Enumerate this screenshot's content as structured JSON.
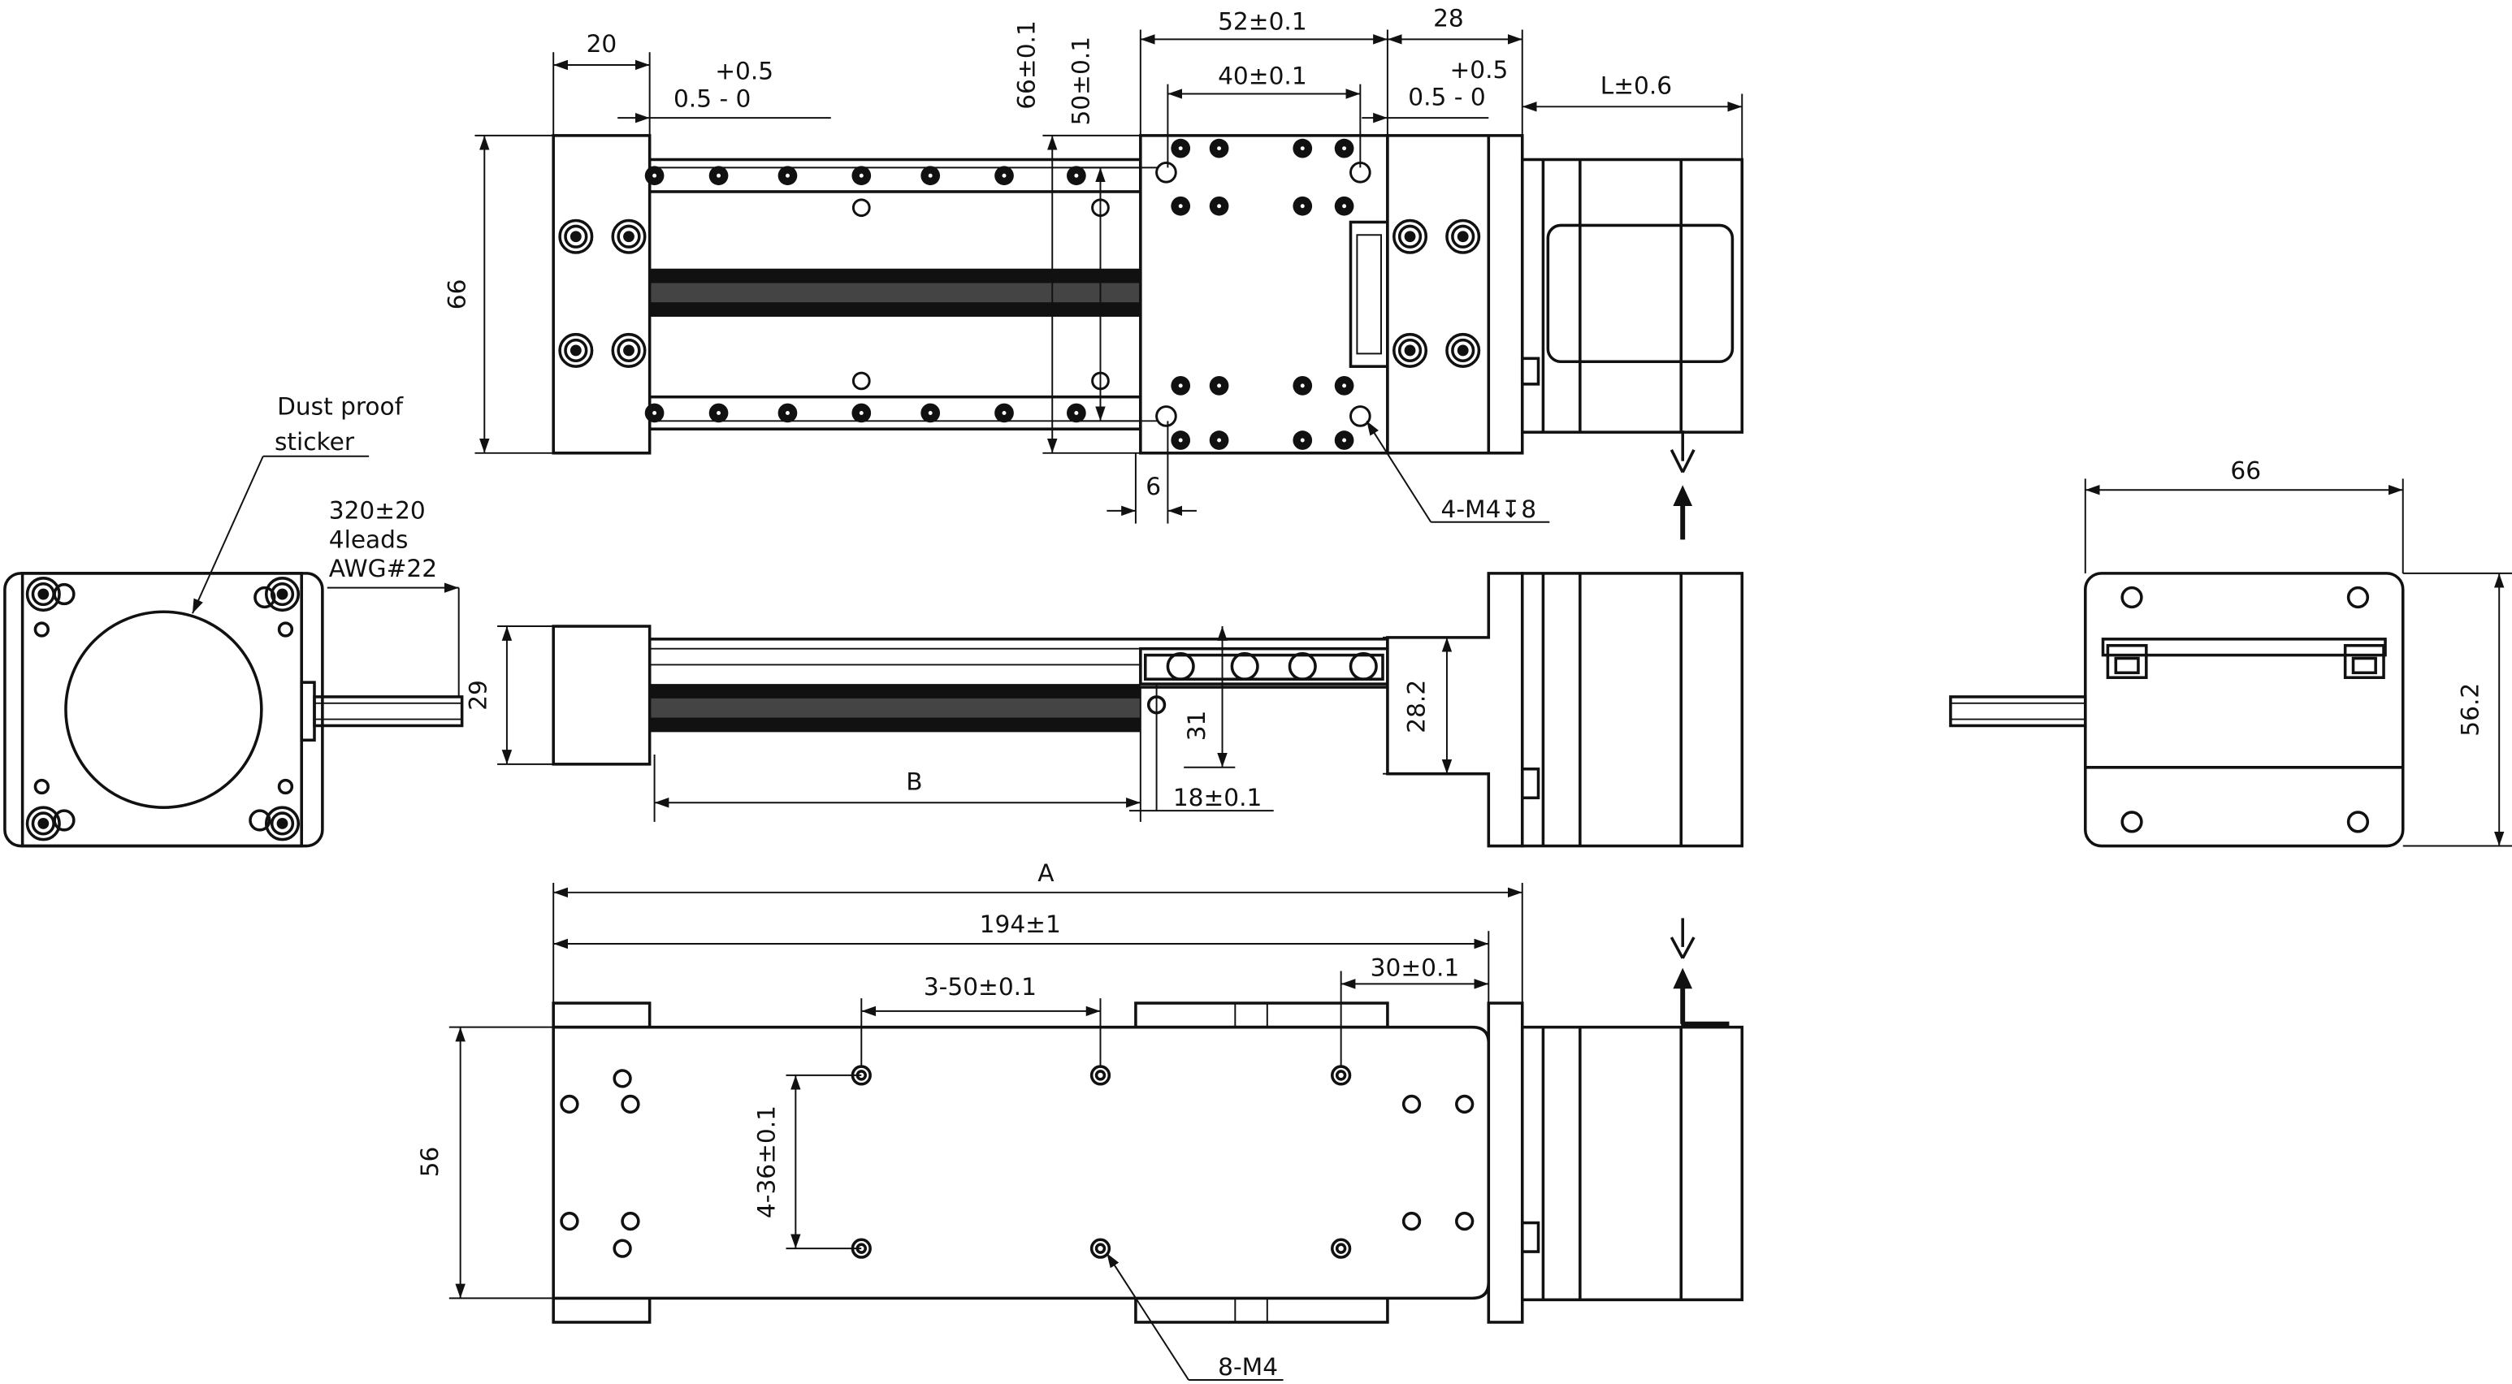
{
  "labels": {
    "top": {
      "d20": "20",
      "tol_plus_left": "+0.5",
      "tol_left": "0.5 - 0",
      "d66_01": "66±0.1",
      "d50_01": "50±0.1",
      "d52_01": "52±0.1",
      "d40_01": "40±0.1",
      "d28": "28",
      "tol_plus_right": "+0.5",
      "tol_right": "0.5 - 0",
      "dL": "L±0.6",
      "d66_height": "66",
      "d6": "6",
      "hole_note": "4-M4↧8"
    },
    "end": {
      "sticker_1": "Dust proof",
      "sticker_2": "sticker",
      "cable_1": "320±20",
      "cable_2": "4leads",
      "cable_3": "AWG#22"
    },
    "side": {
      "d29": "29",
      "d31": "31",
      "d28_2": "28.2",
      "dB": "B",
      "d18_01": "18±0.1"
    },
    "right": {
      "d66_width": "66",
      "d56_2": "56.2"
    },
    "bottom": {
      "dA": "A",
      "d194": "194±1",
      "d3_50": "3-50±0.1",
      "d30": "30±0.1",
      "d56": "56",
      "d4_36": "4-36±0.1",
      "hole_note": "8-M4"
    }
  }
}
